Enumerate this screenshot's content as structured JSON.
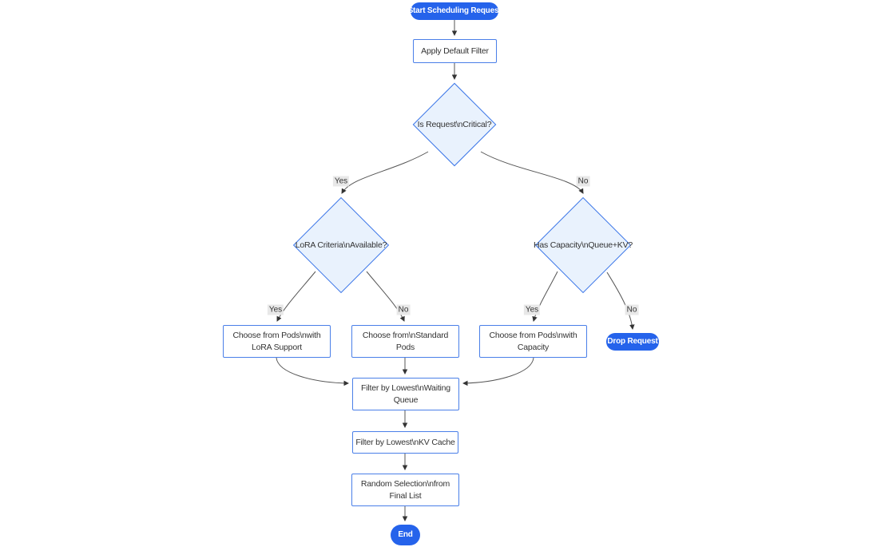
{
  "diagram": {
    "type": "flowchart",
    "direction": "top-down",
    "nodes": {
      "start": {
        "shape": "stadium",
        "lines": [
          "Start Scheduling Request"
        ]
      },
      "applyFilter": {
        "shape": "rect",
        "lines": [
          "Apply Default Filter"
        ]
      },
      "critical": {
        "shape": "diamond",
        "lines": [
          "Is Request\\nCritical?"
        ]
      },
      "lora": {
        "shape": "diamond",
        "lines": [
          "LoRA Criteria\\nAvailable?"
        ]
      },
      "capacity": {
        "shape": "diamond",
        "lines": [
          "Has Capacity\\nQueue+KV?"
        ]
      },
      "chooseLora": {
        "shape": "rect",
        "lines": [
          "Choose from Pods\\nwith",
          "LoRA Support"
        ]
      },
      "chooseStd": {
        "shape": "rect",
        "lines": [
          "Choose from\\nStandard",
          "Pods"
        ]
      },
      "chooseCap": {
        "shape": "rect",
        "lines": [
          "Choose from Pods\\nwith",
          "Capacity"
        ]
      },
      "drop": {
        "shape": "stadium",
        "lines": [
          "Drop Request"
        ]
      },
      "filterQueue": {
        "shape": "rect",
        "lines": [
          "Filter by Lowest\\nWaiting",
          "Queue"
        ]
      },
      "filterKV": {
        "shape": "rect",
        "lines": [
          "Filter by Lowest\\nKV Cache"
        ]
      },
      "random": {
        "shape": "rect",
        "lines": [
          "Random Selection\\nfrom",
          "Final List"
        ]
      },
      "end": {
        "shape": "stadium",
        "lines": [
          "End"
        ]
      }
    },
    "edges": [
      {
        "from": "start",
        "to": "applyFilter",
        "label": ""
      },
      {
        "from": "applyFilter",
        "to": "critical",
        "label": ""
      },
      {
        "from": "critical",
        "to": "lora",
        "label": "Yes"
      },
      {
        "from": "critical",
        "to": "capacity",
        "label": "No"
      },
      {
        "from": "lora",
        "to": "chooseLora",
        "label": "Yes"
      },
      {
        "from": "lora",
        "to": "chooseStd",
        "label": "No"
      },
      {
        "from": "capacity",
        "to": "chooseCap",
        "label": "Yes"
      },
      {
        "from": "capacity",
        "to": "drop",
        "label": "No"
      },
      {
        "from": "chooseLora",
        "to": "filterQueue",
        "label": ""
      },
      {
        "from": "chooseStd",
        "to": "filterQueue",
        "label": ""
      },
      {
        "from": "chooseCap",
        "to": "filterQueue",
        "label": ""
      },
      {
        "from": "filterQueue",
        "to": "filterKV",
        "label": ""
      },
      {
        "from": "filterKV",
        "to": "random",
        "label": ""
      },
      {
        "from": "random",
        "to": "end",
        "label": ""
      }
    ]
  },
  "colors": {
    "background": "#ffffff",
    "terminal_fill": "#2563eb",
    "terminal_text": "#ffffff",
    "rect_fill": "#ffffff",
    "rect_border": "#4a7fe8",
    "diamond_fill": "#e9f2fd",
    "diamond_border": "#3b76e8",
    "node_text": "#333333",
    "edge_stroke": "#555555",
    "arrowhead": "#333333",
    "edge_label_bg": "#e8e8e8"
  }
}
